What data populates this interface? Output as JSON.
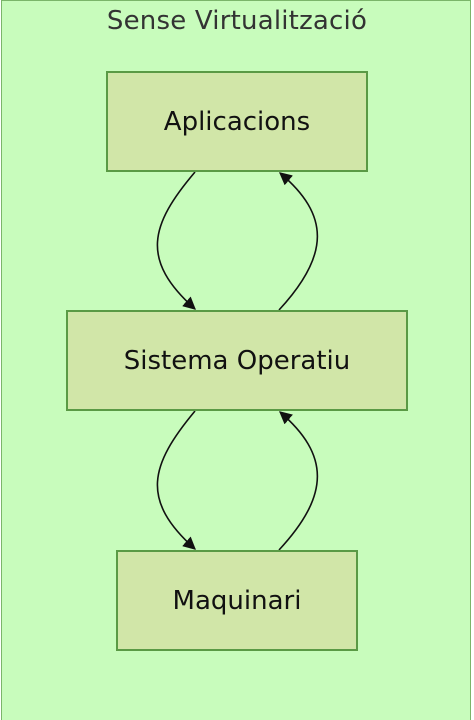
{
  "diagram": {
    "container_title": "Sense Virtualització",
    "nodes": {
      "applications": "Aplicacions",
      "operating_system": "Sistema Operatiu",
      "hardware": "Maquinari"
    },
    "edges": [
      {
        "from": "Aplicacions",
        "to": "Sistema Operatiu"
      },
      {
        "from": "Sistema Operatiu",
        "to": "Aplicacions"
      },
      {
        "from": "Sistema Operatiu",
        "to": "Maquinari"
      },
      {
        "from": "Maquinari",
        "to": "Sistema Operatiu"
      }
    ],
    "colors": {
      "container_fill": "#c8fcbc",
      "node_fill": "#d1e6a8",
      "node_border": "#5a9a45",
      "edge": "#111111"
    }
  }
}
